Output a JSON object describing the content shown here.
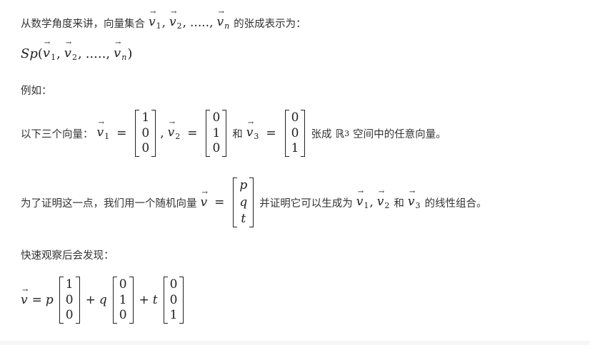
{
  "paragraphs": {
    "p1": {
      "prefix": "从数学角度来讲，向量集合",
      "vectors": [
        "v",
        "v",
        "v"
      ],
      "subs": [
        "1",
        "2",
        "n"
      ],
      "ellipsis": ".....",
      "suffix": "的张成表示为："
    },
    "p2": {
      "func": "Sp",
      "subs": [
        "1",
        "2",
        "n"
      ],
      "ellipsis": "....."
    },
    "p3": {
      "text": "例如："
    },
    "p4": {
      "prefix": "以下三个向量：",
      "v1": {
        "name": "v",
        "sub": "1",
        "entries": [
          "1",
          "0",
          "0"
        ]
      },
      "v2": {
        "name": "v",
        "sub": "2",
        "entries": [
          "0",
          "1",
          "0"
        ]
      },
      "v3": {
        "name": "v",
        "sub": "3",
        "entries": [
          "0",
          "0",
          "1"
        ]
      },
      "and": "和",
      "span_text": "张成",
      "space_symbol": "ℝ",
      "space_dim": "3",
      "suffix": "空间中的任意向量。"
    },
    "p5": {
      "prefix": "为了证明这一点，我们用一个随机向量",
      "vec_name": "v",
      "entries": [
        "p",
        "q",
        "t"
      ],
      "middle": "并证明它可以生成为",
      "subs": [
        "1",
        "2",
        "3"
      ],
      "and": "和",
      "suffix": "的线性组合。"
    },
    "p6": {
      "text": "快速观察后会发现："
    },
    "p7": {
      "vec_name": "v",
      "coef": [
        "p",
        "q",
        "t"
      ],
      "m1": [
        "1",
        "0",
        "0"
      ],
      "m2": [
        "0",
        "1",
        "0"
      ],
      "m3": [
        "0",
        "0",
        "1"
      ],
      "eq": "=",
      "plus": "+"
    }
  },
  "symbols": {
    "arrow": "→",
    "comma": ",",
    "eq": "=",
    "lparen": "(",
    "rparen": ")"
  }
}
